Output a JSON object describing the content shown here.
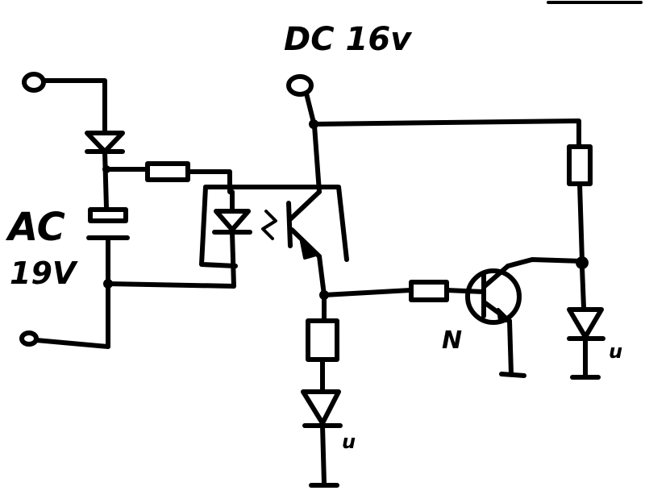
{
  "labels": {
    "dc_supply": "DC 16v",
    "ac_label": "AC",
    "ac_voltage": "19V",
    "transistor_type": "N",
    "led_mark_1": "u",
    "led_mark_2": "u"
  }
}
